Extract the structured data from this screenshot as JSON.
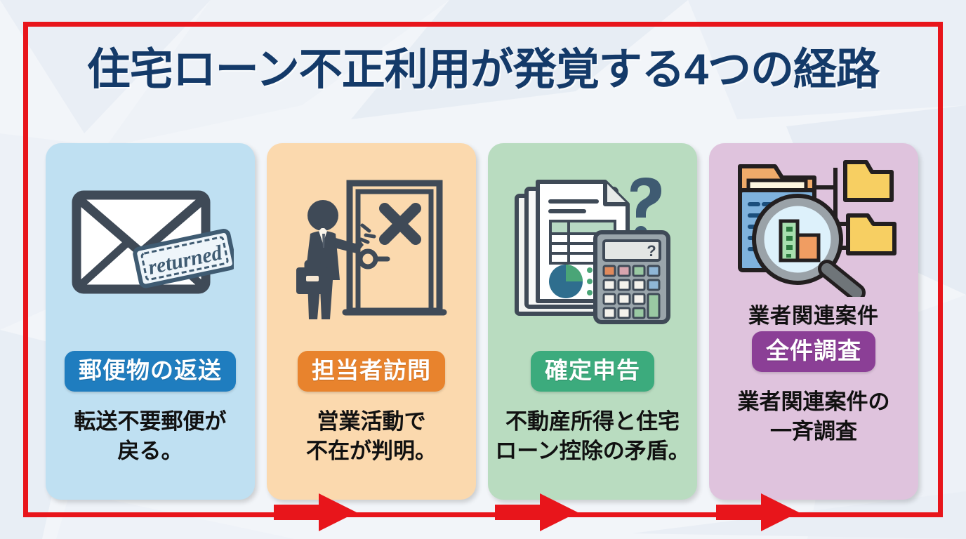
{
  "page": {
    "title": "住宅ローン不正利用が発覚する4つの経路",
    "frame_color": "#e8151b",
    "title_color": "#143a69",
    "background_color": "#f1f4f8"
  },
  "steps": [
    {
      "id": "step-1",
      "icon_name": "envelope-returned-icon",
      "pre_label": "",
      "label": "郵便物の返送",
      "caption": "転送不要郵便が\n戻る。",
      "caption_line1": "転送不要郵便が",
      "caption_line2": "戻る。",
      "card_color": "#bfe0f2",
      "pill_color": "#1f7dbf",
      "stamp_text": "returned"
    },
    {
      "id": "step-2",
      "icon_name": "salesperson-at-door-icon",
      "pre_label": "",
      "label": "担当者訪問",
      "caption": "営業活動で\n不在が判明。",
      "caption_line1": "営業活動で",
      "caption_line2": "不在が判明。",
      "card_color": "#fbd9ae",
      "pill_color": "#e8832d"
    },
    {
      "id": "step-3",
      "icon_name": "tax-documents-calculator-icon",
      "pre_label": "",
      "label": "確定申告",
      "caption": "不動産所得と住宅\nローン控除の矛盾。",
      "caption_line1": "不動産所得と住宅",
      "caption_line2": "ローン控除の矛盾。",
      "card_color": "#b9dcc0",
      "pill_color": "#3cab7d"
    },
    {
      "id": "step-4",
      "icon_name": "folders-magnifier-audit-icon",
      "pre_label": "業者関連案件",
      "label": "全件調査",
      "caption": "業者関連案件の\n一斉調査",
      "caption_line1": "業者関連案件の",
      "caption_line2": "一斉調査",
      "card_color": "#dfc3dd",
      "pill_color": "#8b3f96"
    }
  ],
  "arrows": {
    "color": "#e8151b",
    "count": 3,
    "direction": "right"
  }
}
